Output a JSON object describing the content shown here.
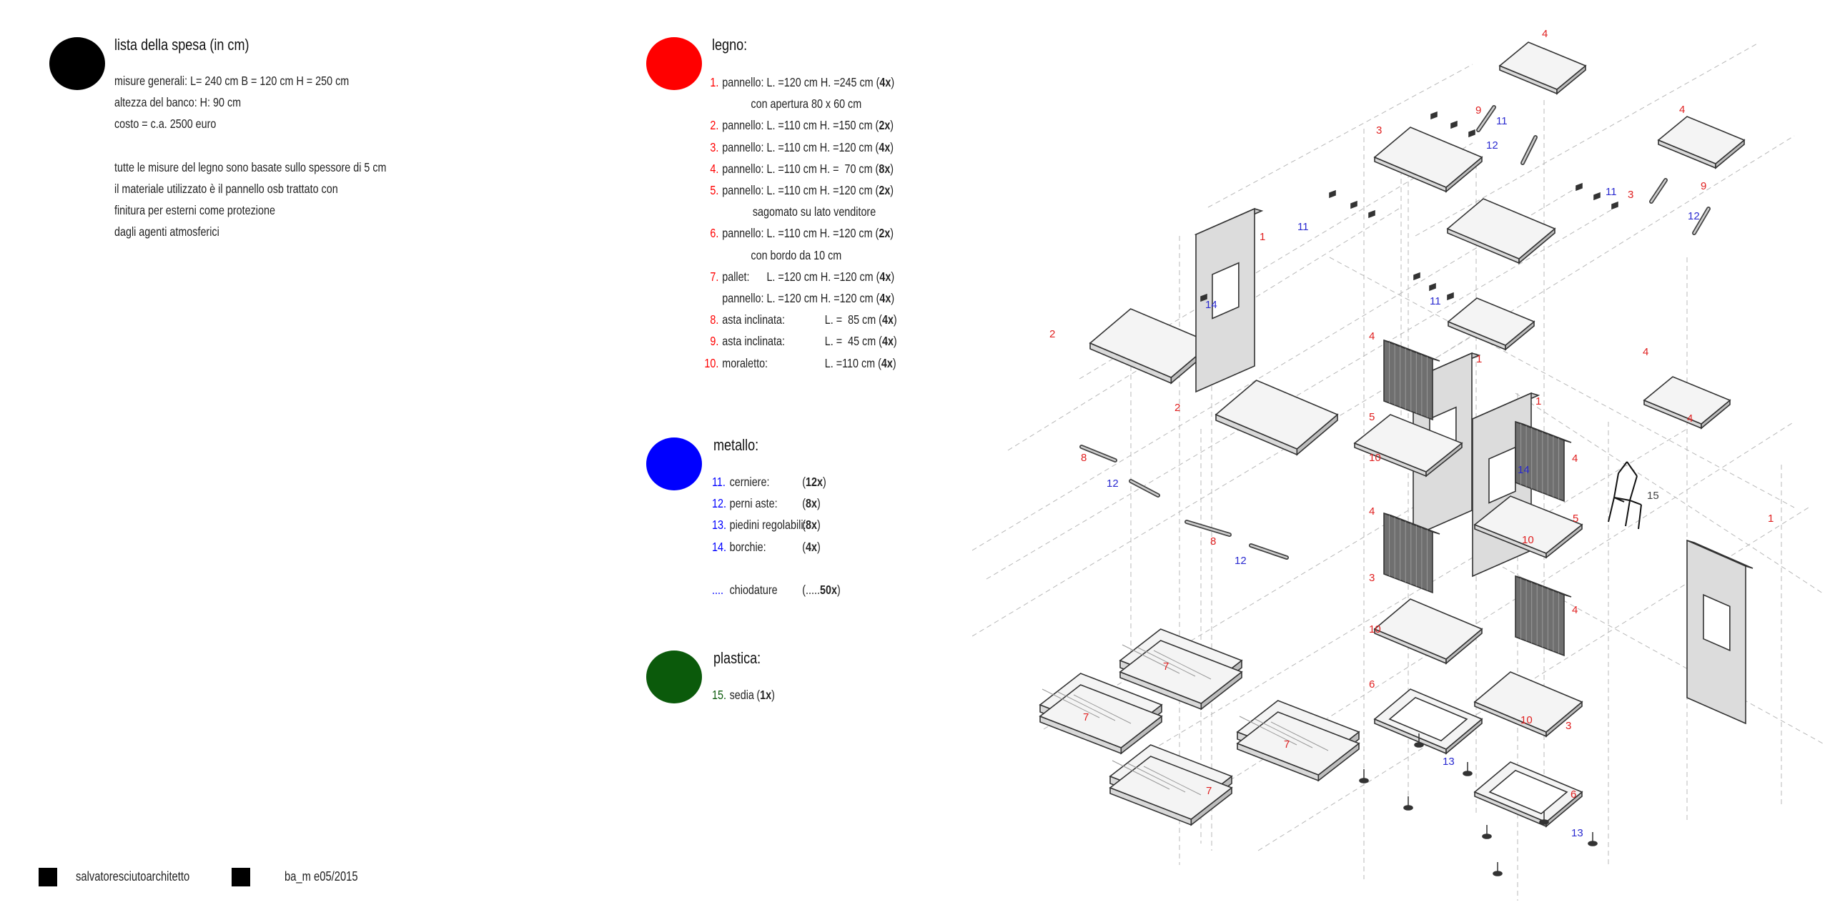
{
  "shopping": {
    "title": "lista della spesa (in cm)",
    "lines": [
      "misure generali: L= 240 cm B = 120 cm H = 250 cm",
      "altezza del banco: H: 90 cm",
      "costo = c.a. 2500 euro",
      "",
      "tutte le misure del legno sono basate sullo spessore di 5 cm",
      "il materiale utilizzato è il pannello osb trattato con",
      "finitura per esterni come protezione",
      "dagli agenti atmosferici"
    ]
  },
  "legno": {
    "title": "legno:",
    "color": "#ff0000",
    "rows": [
      {
        "num": "1.",
        "text": "pannello: L. =120 cm H. =245 cm (",
        "qty": "4x",
        "close": ")"
      },
      {
        "num": "",
        "text": "con apertura 80 x 60 cm",
        "qty": "",
        "close": ""
      },
      {
        "num": "2.",
        "text": "pannello: L. =110 cm H. =150 cm (",
        "qty": "2x",
        "close": ")"
      },
      {
        "num": "3.",
        "text": "pannello: L. =110 cm H. =120 cm (",
        "qty": "4x",
        "close": ")"
      },
      {
        "num": "4.",
        "text": "pannello: L. =110 cm H. =  70 cm (",
        "qty": "8x",
        "close": ")"
      },
      {
        "num": "5.",
        "text": "pannello: L. =110 cm H. =120 cm (",
        "qty": "2x",
        "close": ")"
      },
      {
        "num": "",
        "text": "sagomato su lato venditore",
        "qty": "",
        "close": ""
      },
      {
        "num": "6.",
        "text": "pannello: L. =110 cm H. =120 cm (",
        "qty": "2x",
        "close": ")"
      },
      {
        "num": "",
        "text": "con bordo da 10 cm",
        "qty": "",
        "close": ""
      },
      {
        "num": "7.",
        "text": "pallet:      L. =120 cm H. =120 cm (",
        "qty": "4x",
        "close": ")"
      },
      {
        "num": "",
        "text": "pannello: L. =120 cm H. =120 cm (",
        "qty": "4x",
        "close": ")"
      },
      {
        "num": "8.",
        "text": "asta inclinata:              L. =  85 cm (",
        "qty": "4x",
        "close": ")"
      },
      {
        "num": "9.",
        "text": "asta inclinata:              L. =  45 cm (",
        "qty": "4x",
        "close": ")"
      },
      {
        "num": "10.",
        "text": "moraletto:                    L. =110 cm (",
        "qty": "4x",
        "close": ")"
      }
    ]
  },
  "metallo": {
    "title": "metallo:",
    "color": "#0000ff",
    "rows": [
      {
        "num": "11.",
        "label": "cerniere:",
        "open": "(",
        "qty": "12x",
        "close": ")"
      },
      {
        "num": "12.",
        "label": "perni aste:",
        "open": "(",
        "qty": "8x",
        "close": ")"
      },
      {
        "num": "13.",
        "label": "piedini regolabili:",
        "open": "(",
        "qty": "8x",
        "close": ")"
      },
      {
        "num": "14.",
        "label": "borchie:",
        "open": "(",
        "qty": "4x",
        "close": ")"
      },
      {
        "num": "....",
        "label": "chiodature",
        "open": "(.....",
        "qty": "50x",
        "close": ")"
      }
    ]
  },
  "plastica": {
    "title": "plastica:",
    "color": "#0b5a0b",
    "rows": [
      {
        "num": "15.",
        "label": "sedia",
        "open": "(",
        "qty": "1x",
        "close": ")"
      }
    ]
  },
  "footer": {
    "author": "salvatoresciutoarchitetto",
    "code": "ba_m  e05/2015"
  },
  "drawing": {
    "red_labels": [
      "1",
      "2",
      "3",
      "4",
      "5",
      "6",
      "7",
      "8",
      "9",
      "10"
    ],
    "blue_labels": [
      "11",
      "12",
      "13",
      "14"
    ],
    "grey_labels": [
      "15"
    ]
  }
}
